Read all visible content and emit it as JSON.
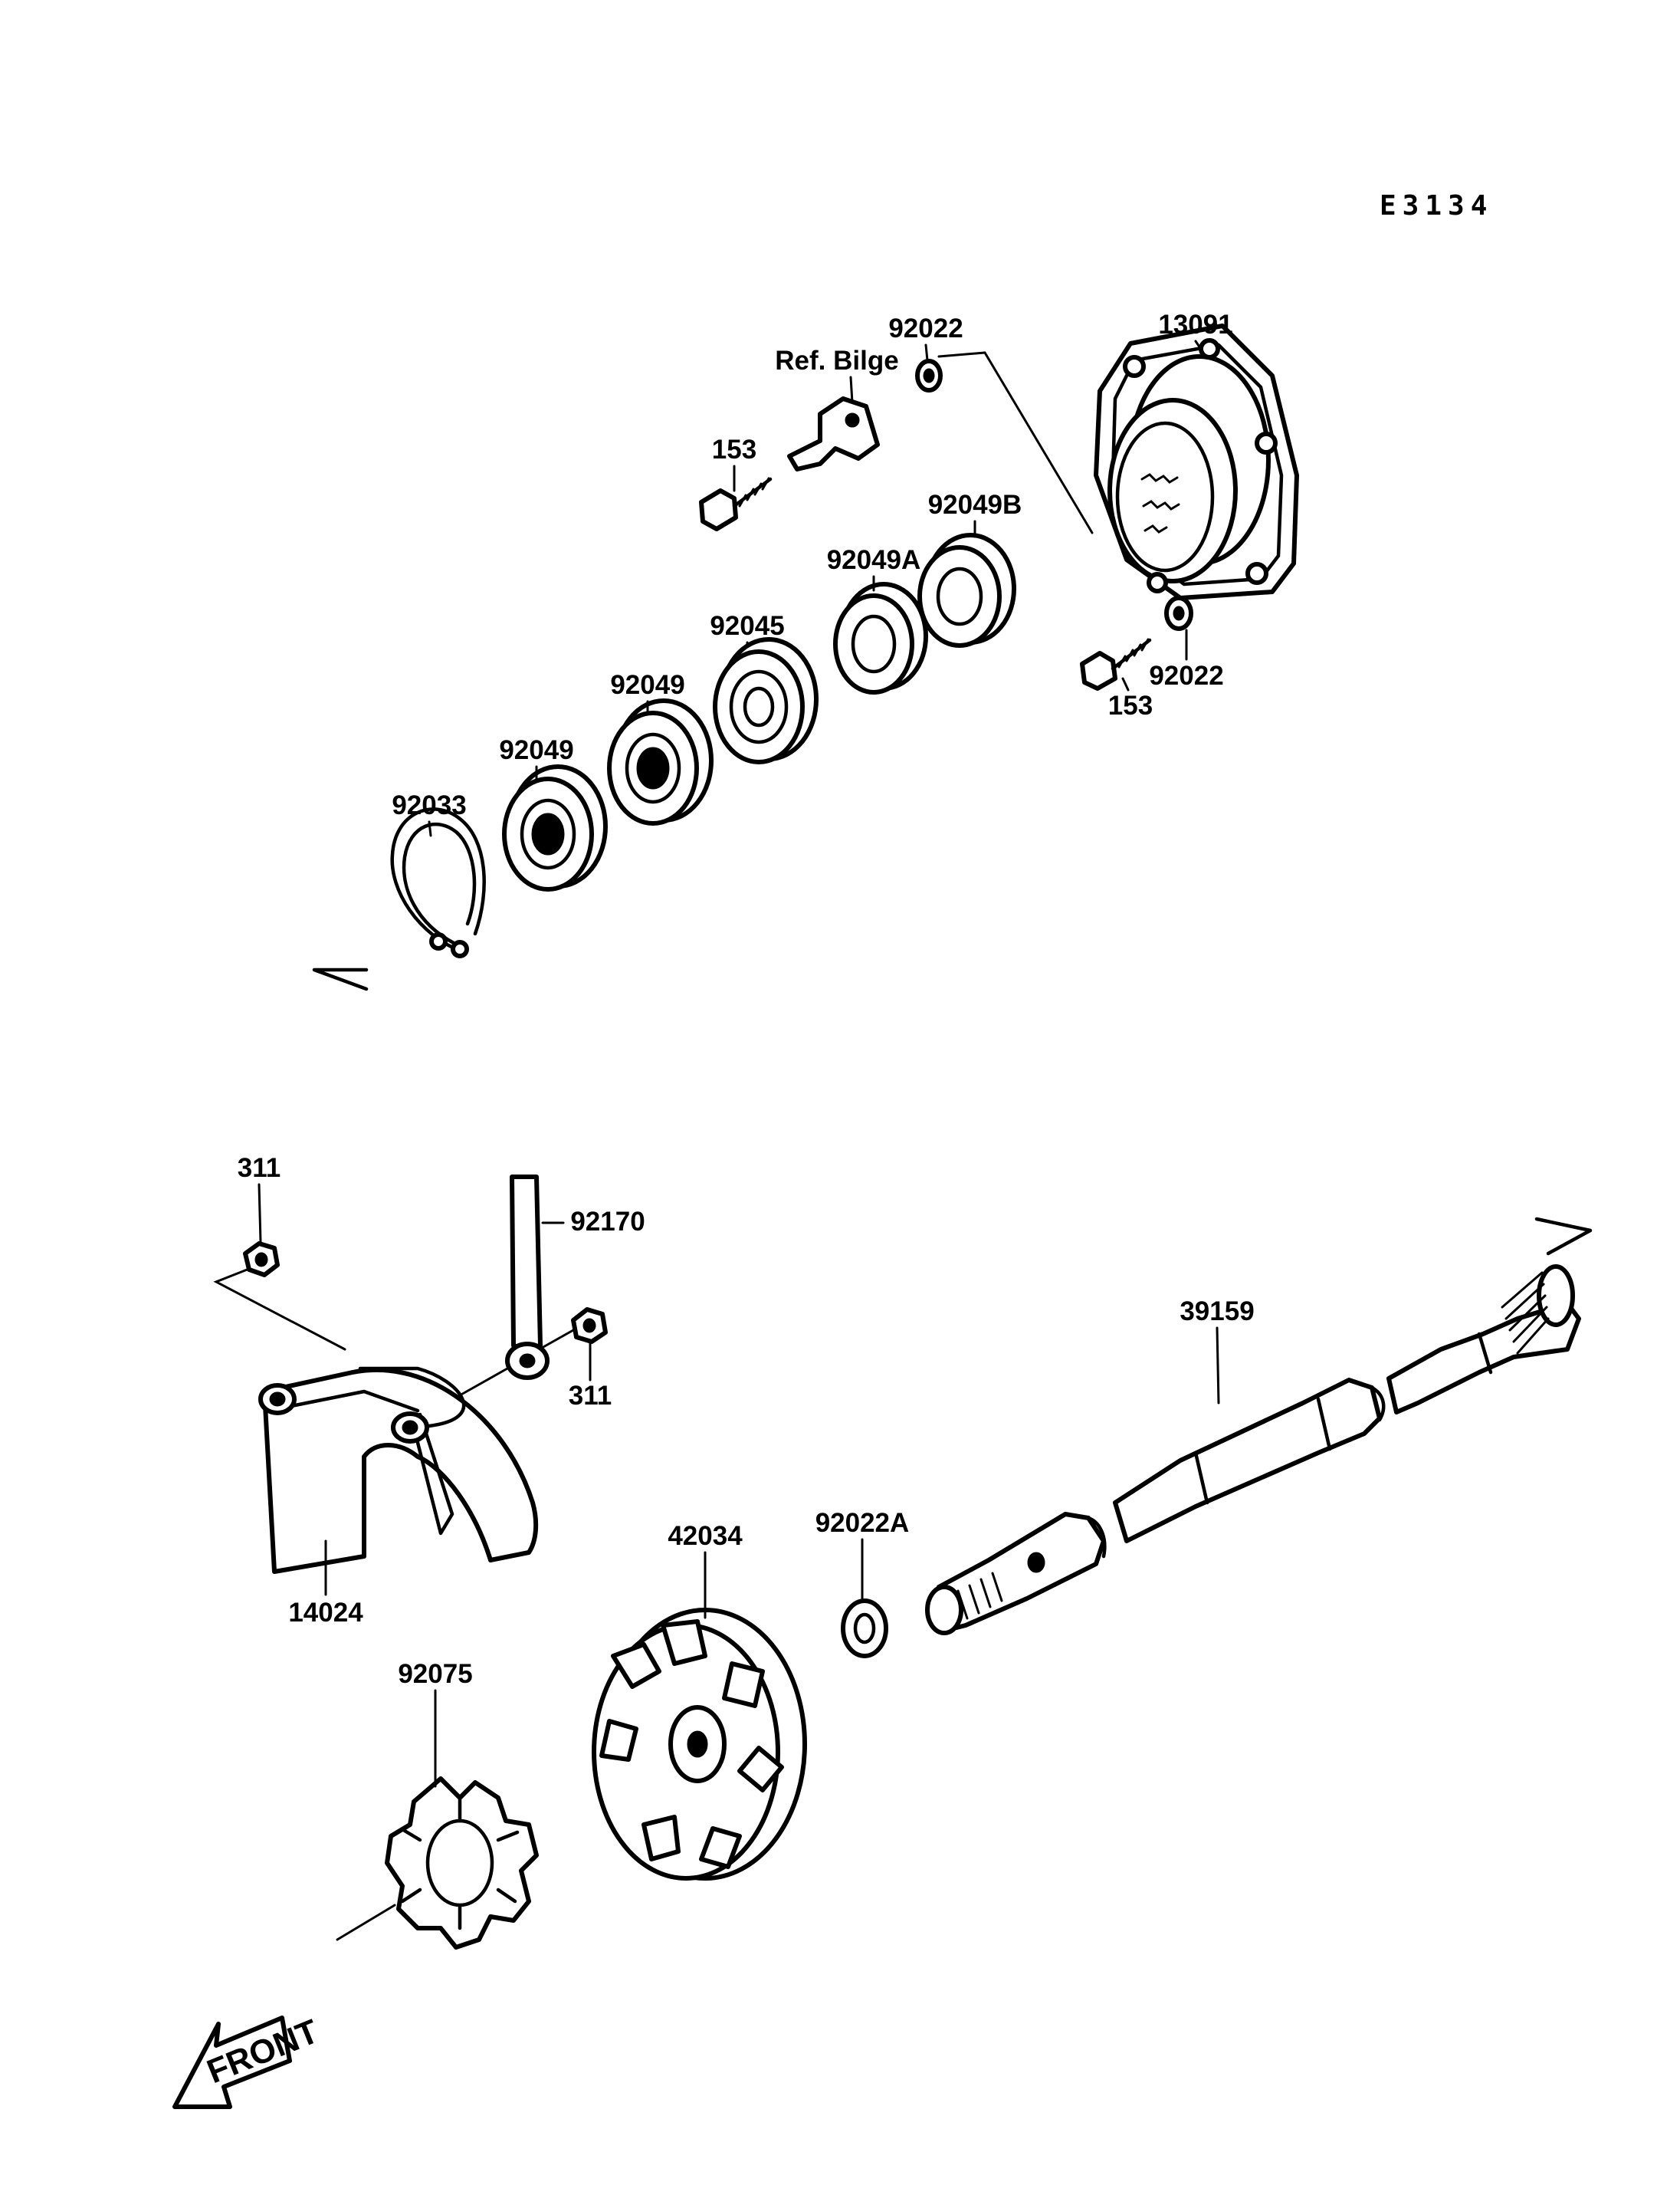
{
  "diagram_code": "E3134",
  "labels": {
    "p92022_top": "92022",
    "ref_bilge": "Ref. Bilge",
    "p13091": "13091",
    "p153_top": "153",
    "p92049B": "92049B",
    "p92049A": "92049A",
    "p92045": "92045",
    "p92049_b": "92049",
    "p92049_a": "92049",
    "p92033": "92033",
    "p92022_right": "92022",
    "p153_bottom": "153",
    "p311_left": "311",
    "p92170": "92170",
    "p311_right": "311",
    "p39159": "39159",
    "p14024": "14024",
    "p42034": "42034",
    "p92022A": "92022A",
    "p92075": "92075"
  },
  "front_arrow": "FRONT"
}
